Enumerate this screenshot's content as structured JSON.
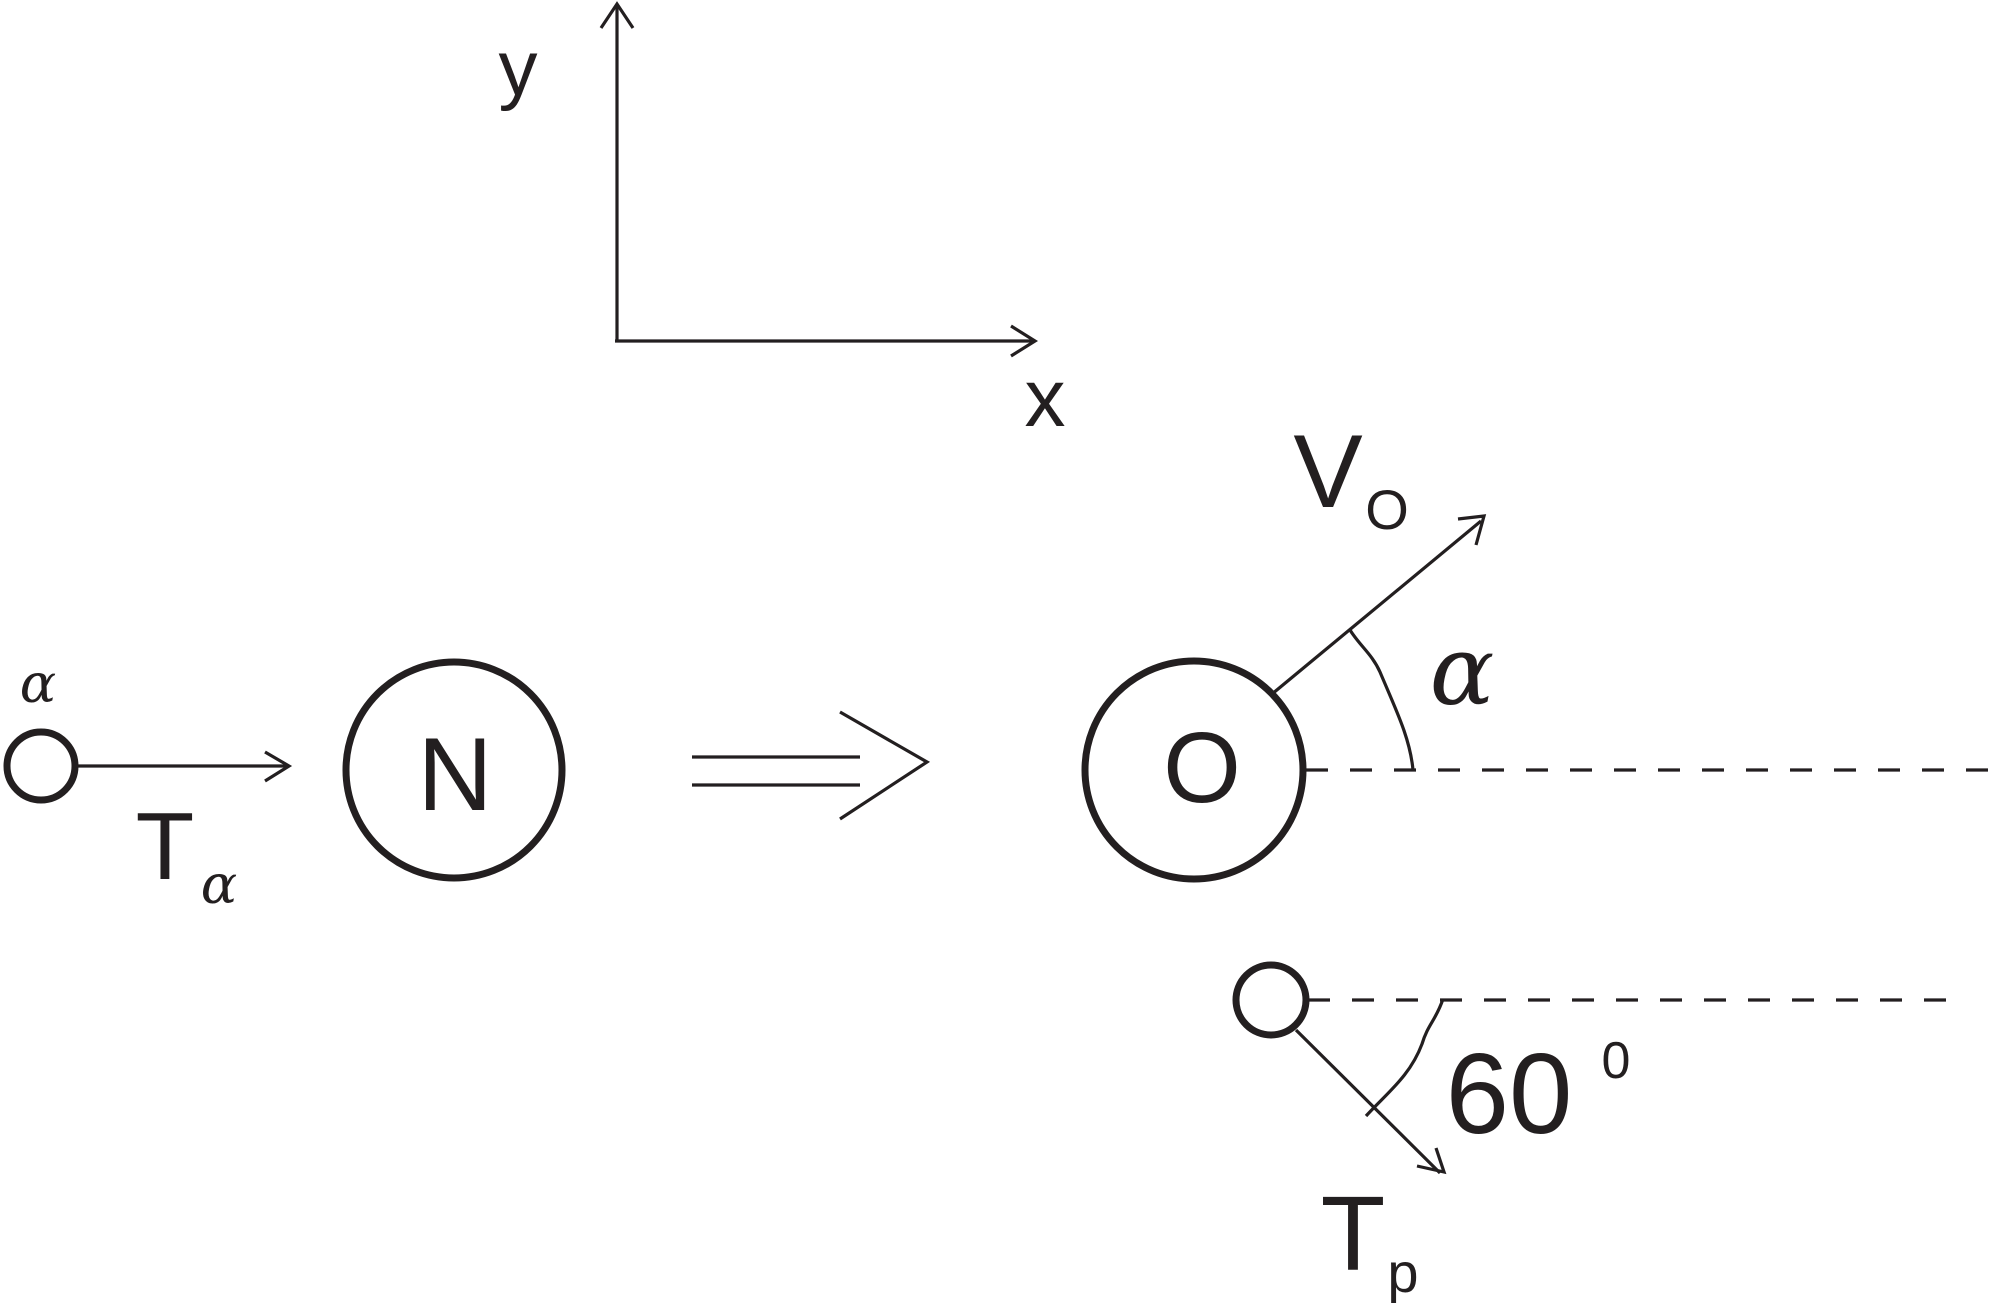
{
  "axes": {
    "x_label": "x",
    "y_label": "y"
  },
  "alpha_particle": {
    "symbol": "α",
    "energy_label": "T",
    "energy_subscript": "α"
  },
  "target_nucleus": {
    "label": "N"
  },
  "product_nucleus": {
    "label": "O",
    "velocity_label": "V",
    "velocity_subscript": "O",
    "angle_label": "α"
  },
  "proton": {
    "energy_label": "T",
    "energy_subscript": "p",
    "angle_value": "60",
    "angle_superscript": "0"
  },
  "colors": {
    "ink": "#231f20",
    "background": "#ffffff"
  }
}
